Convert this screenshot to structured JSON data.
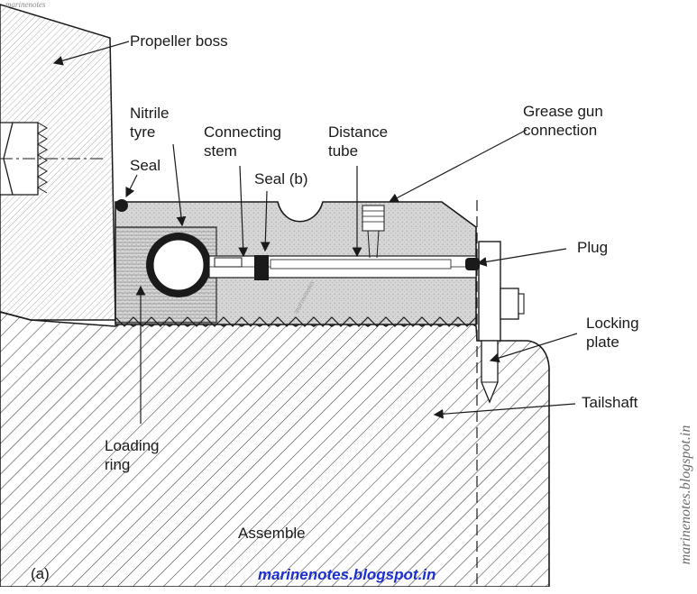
{
  "labels": {
    "propeller_boss": "Propeller boss",
    "nitrile_tyre": "Nitrile tyre",
    "seal": "Seal",
    "connecting_stem": "Connecting stem",
    "seal_b": "Seal (b)",
    "distance_tube": "Distance tube",
    "grease_gun_connection": "Grease gun connection",
    "plug": "Plug",
    "locking_plate": "Locking plate",
    "tailshaft": "Tailshaft",
    "loading_ring": "Loading ring",
    "assemble": "Assemble",
    "figure_tag": "(a)"
  },
  "watermarks": {
    "top": "marinenotes",
    "bottom": "marinenotes.blogspot.in",
    "side": "marinenotes.blogspot.in",
    "center": "marinenotes"
  },
  "colors": {
    "ink": "#1a1a1a",
    "stipple": "#cfcfcf",
    "watermark_blue": "#1c2fd0"
  }
}
